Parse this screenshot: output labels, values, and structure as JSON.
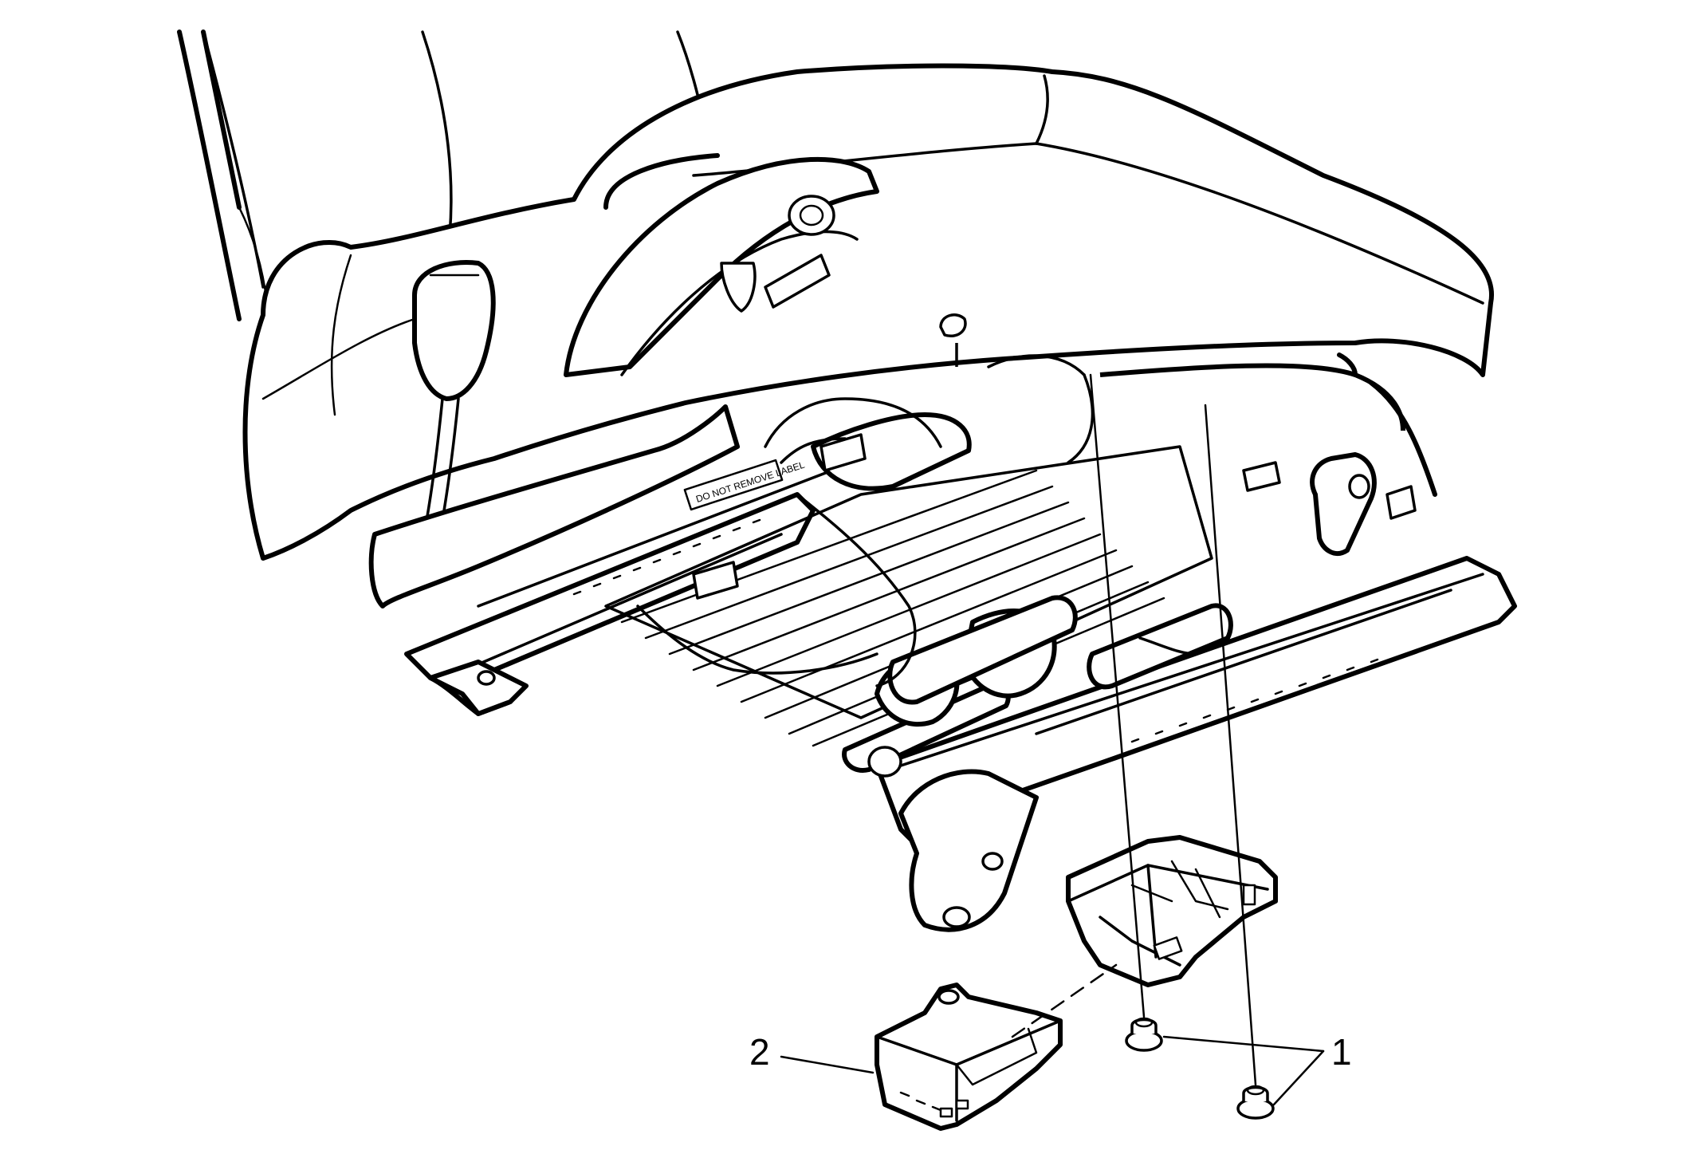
{
  "callouts": [
    {
      "id": "1",
      "label": "1"
    },
    {
      "id": "2",
      "label": "2"
    }
  ],
  "seat_label": "DO NOT REMOVE LABEL"
}
